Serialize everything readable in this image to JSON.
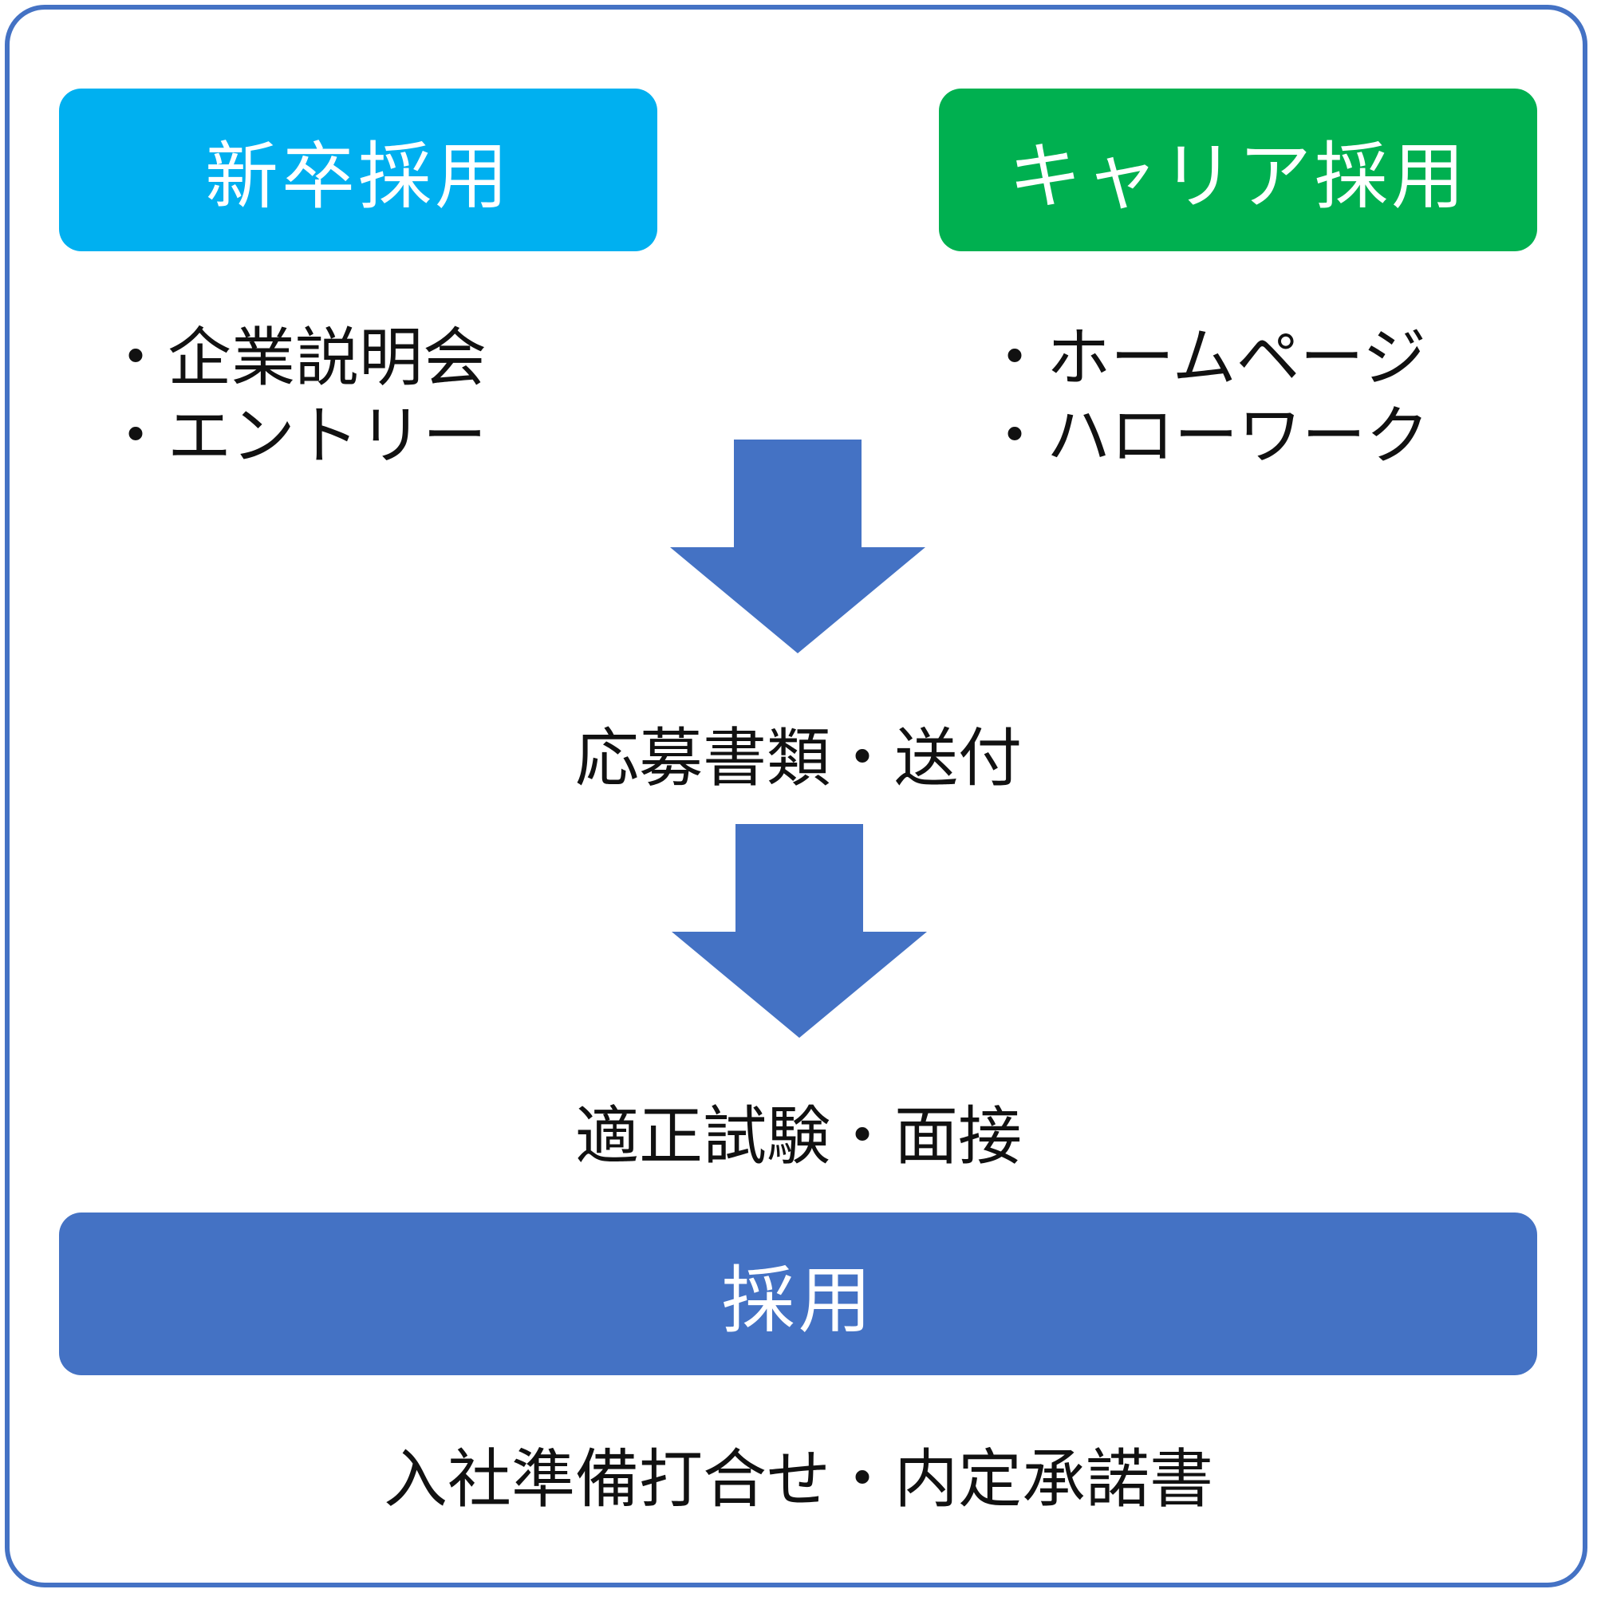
{
  "colors": {
    "frame": "#4472C4",
    "new_grad": "#00B0F0",
    "career": "#00B050",
    "hire": "#4472C4",
    "arrow": "#4472C4"
  },
  "new_grad": {
    "title": "新卒採用",
    "items": [
      "・企業説明会",
      "・エントリー"
    ]
  },
  "career": {
    "title": "キャリア採用",
    "items": [
      "・ホームページ",
      "・ハローワーク"
    ]
  },
  "steps": {
    "application": "応募書類・送付",
    "exam": "適正試験・面接"
  },
  "hire": {
    "title": "採用",
    "after": "入社準備打合せ・内定承諾書"
  }
}
